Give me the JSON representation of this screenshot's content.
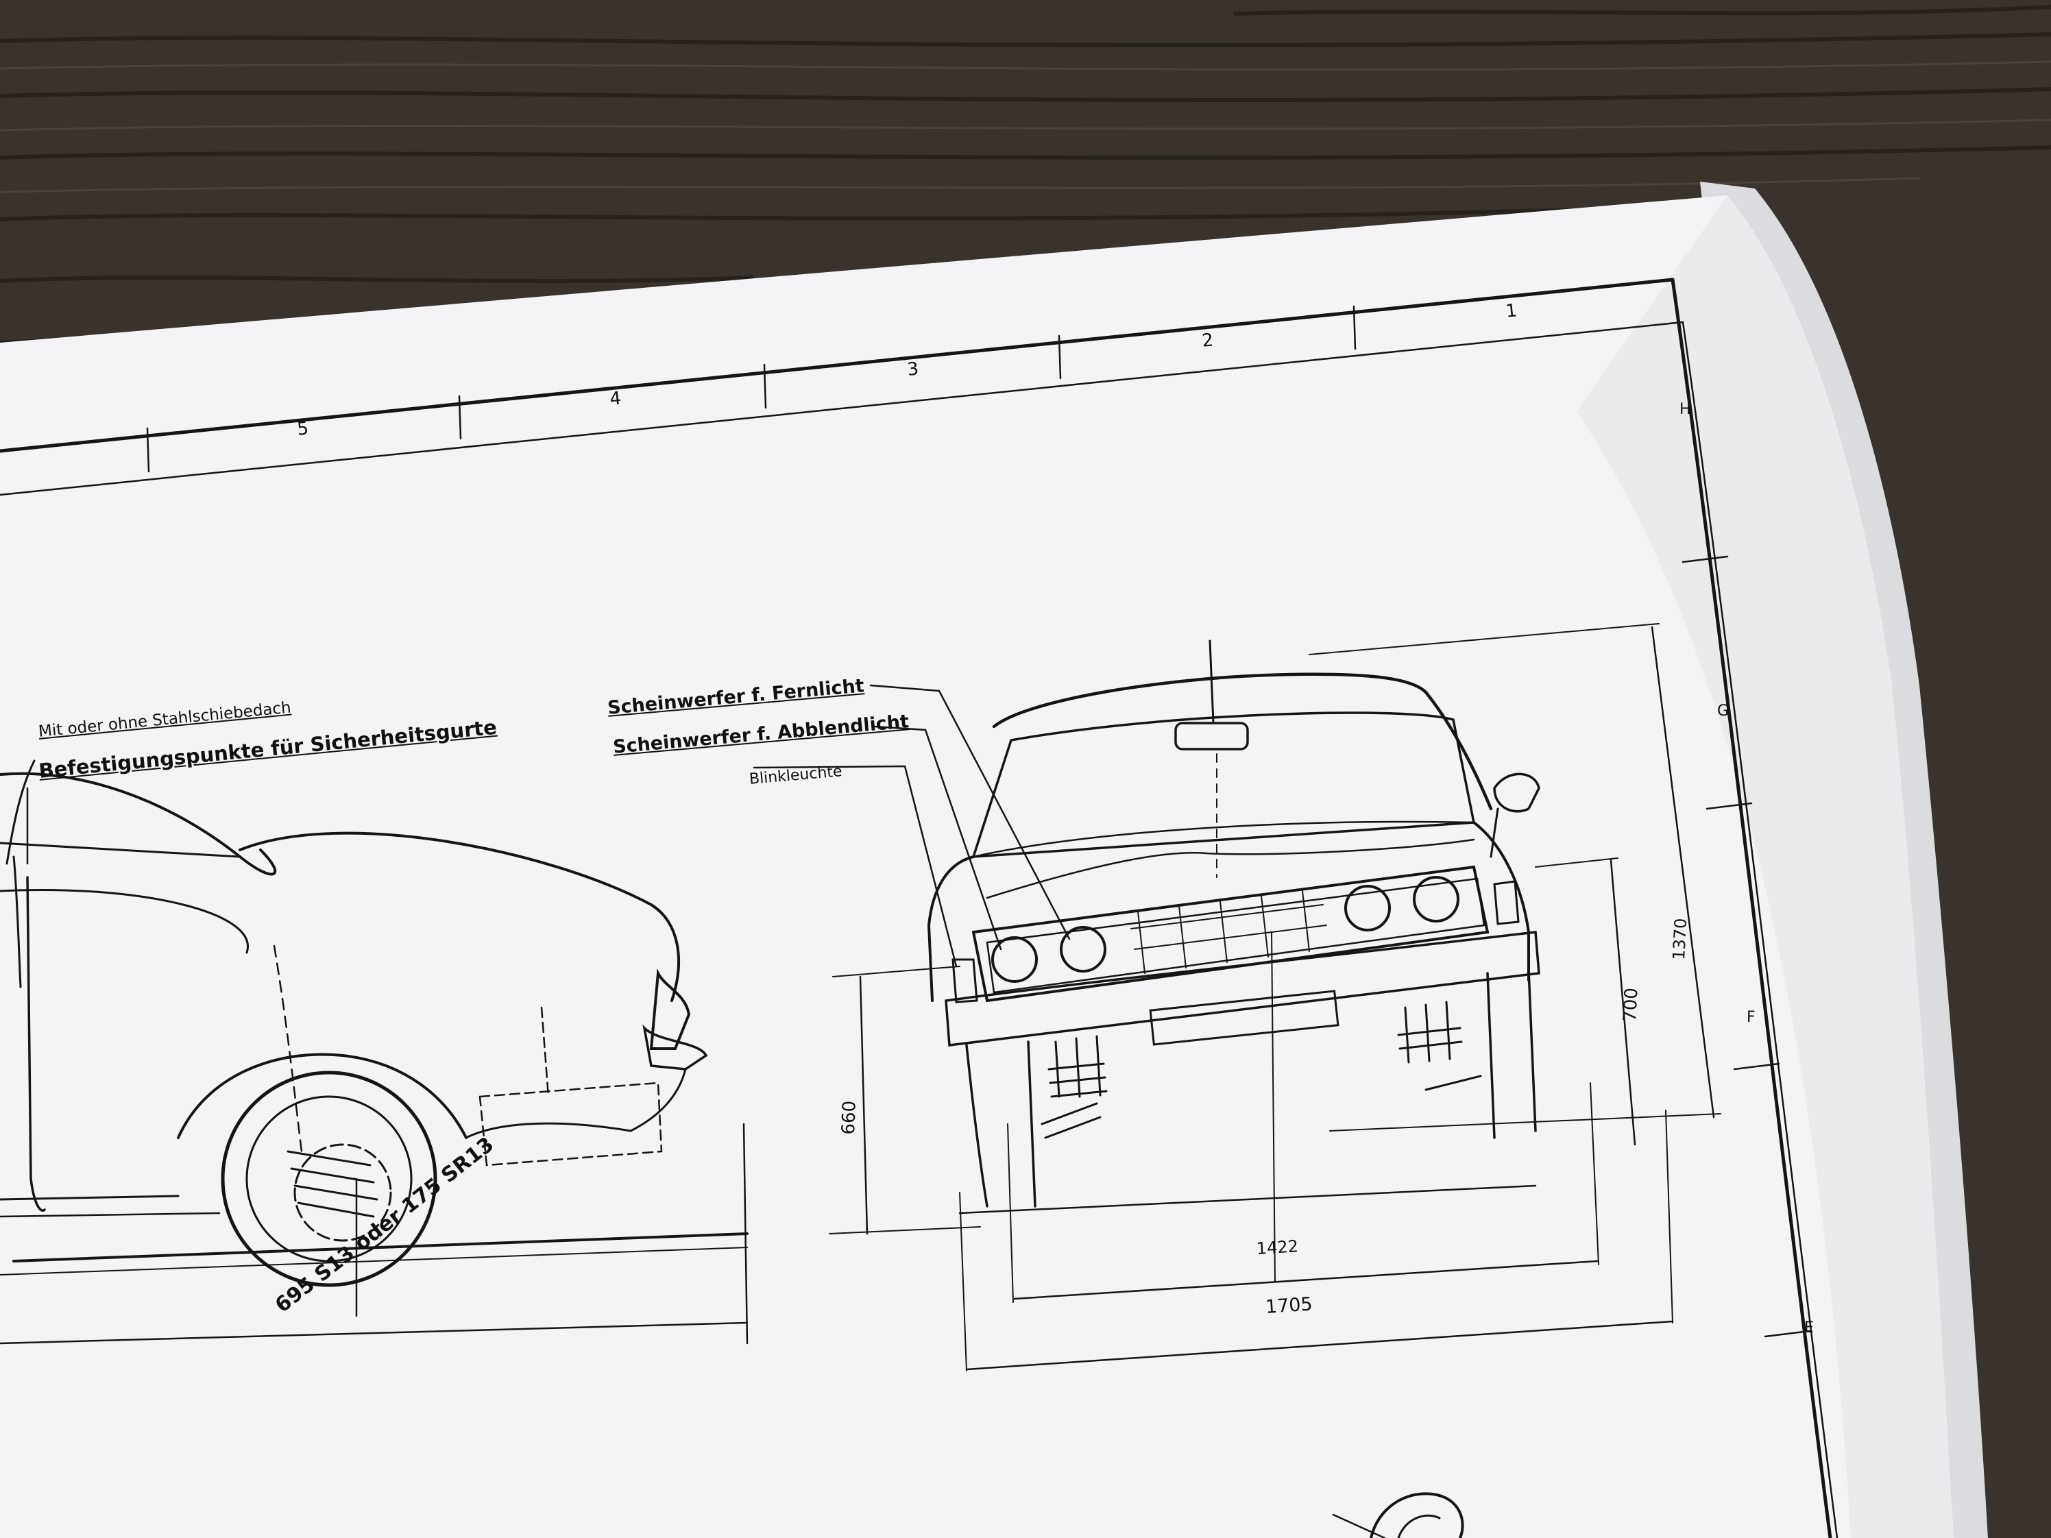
{
  "photo": {
    "colors": {
      "table": "#3a332d",
      "table_grain": "#241e1a",
      "paper": "#f4f4f6",
      "paper_shade": "#e3e3e7",
      "ink": "#151515"
    }
  },
  "drawing": {
    "zone_columns": [
      "5",
      "4",
      "3",
      "2",
      "1"
    ],
    "zone_rows": [
      "H",
      "G",
      "F",
      "E"
    ],
    "labels": {
      "sunroof": "Mit oder ohne Stahlschiebedach",
      "seatbelt_points": "Befestigungspunkte für Sicherheitsgurte",
      "high_beam": "Scheinwerfer f. Fernlicht",
      "low_beam": "Scheinwerfer f. Abblendlicht",
      "indicator": "Blinkleuchte",
      "tire": "695 S13 oder 175 SR13"
    },
    "dimensions": {
      "height_overall": "1370",
      "height_lamp": "700",
      "height_bumper": "660",
      "track": "1422",
      "width_overall": "1705"
    }
  }
}
